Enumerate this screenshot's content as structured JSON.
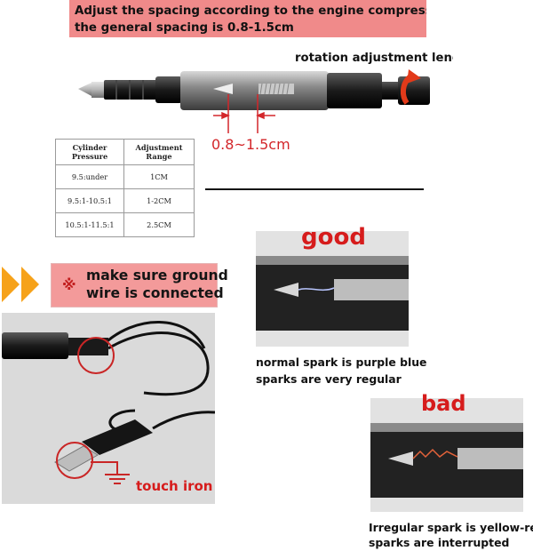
{
  "banner": {
    "line1": "Adjust the spacing according to the engine compression ratio",
    "line2": "the general spacing is 0.8-1.5cm"
  },
  "tester": {
    "rotation_label": "rotation adjustment length",
    "gap_label": "0.8~1.5cm"
  },
  "spec_table": {
    "headers": [
      "Cylinder Pressure",
      "Adjustment Range"
    ],
    "rows": [
      [
        "9.5:under",
        "1CM"
      ],
      [
        "9.5:1-10.5:1",
        "1-2CM"
      ],
      [
        "10.5:1-11.5:1",
        "2.5CM"
      ]
    ]
  },
  "ground": {
    "glyph": "※",
    "line1": "make sure ground",
    "line2": "wire is connected",
    "touch_label": "touch iron"
  },
  "good": {
    "label": "good",
    "caption1": "normal spark is purple blue",
    "caption2": "sparks are very regular"
  },
  "bad": {
    "label": "bad",
    "caption1": "Irregular spark is yellow-red",
    "caption2": "sparks are interrupted"
  },
  "colors": {
    "banner_bg": "#f08a8a",
    "accent_red": "#d61c1c",
    "arrow_orange": "#f6a21a"
  }
}
